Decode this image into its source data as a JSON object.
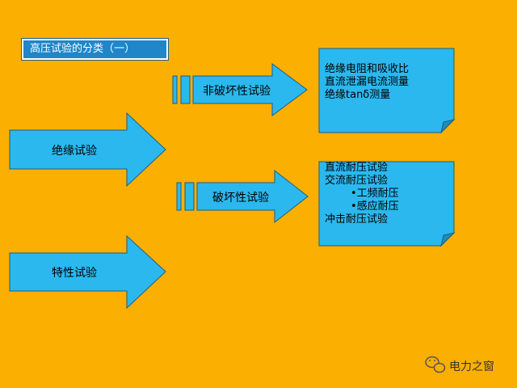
{
  "title": "高压试验的分类（一）",
  "main_categories": {
    "insulation": "绝缘试验",
    "characteristic": "特性试验"
  },
  "sub_categories": {
    "non_destructive": "非破坏性试验",
    "destructive": "破坏性试验"
  },
  "non_destructive_items": [
    "绝缘电阻和吸收比",
    "直流泄漏电流测量",
    "绝缘tanδ测量"
  ],
  "destructive_items": [
    "直流耐压试验",
    "交流耐压试验",
    "•工频耐压",
    "•感应耐压",
    "冲击耐压试验"
  ],
  "watermark": "电力之窗",
  "colors": {
    "background": "#FBAF00",
    "shape_fill": "#2BB8EE",
    "title_fill": "#1F86C9"
  }
}
